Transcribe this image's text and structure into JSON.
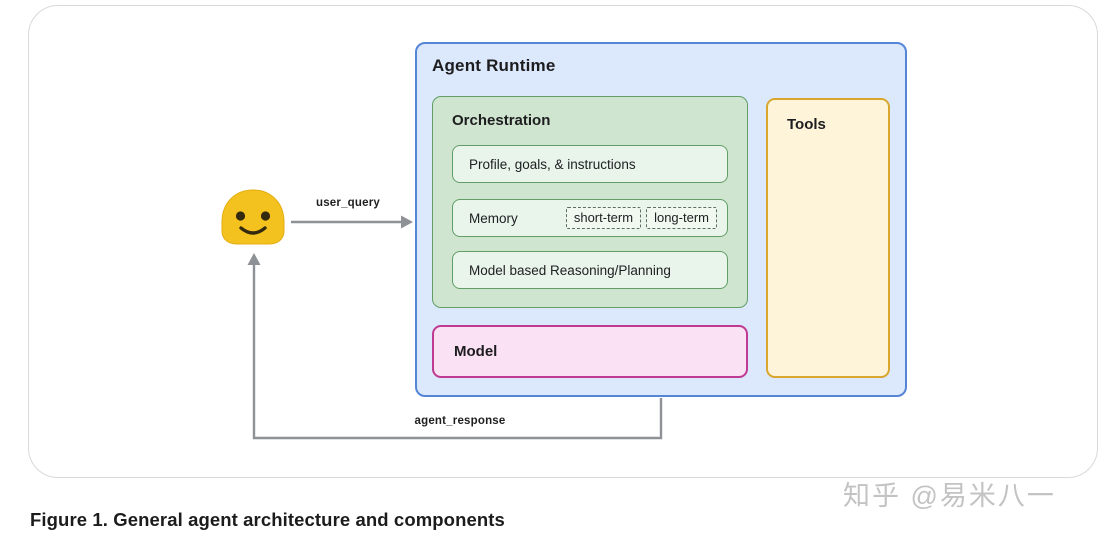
{
  "flow": {
    "user_query_label": "user_query",
    "agent_response_label": "agent_response"
  },
  "user": {
    "icon": "smiling-user-emoji"
  },
  "runtime": {
    "title": "Agent Runtime",
    "orchestration": {
      "title": "Orchestration",
      "rows": [
        {
          "label": "Profile, goals, & instructions"
        },
        {
          "label": "Memory",
          "chips": [
            "short-term",
            "long-term"
          ]
        },
        {
          "label": "Model based Reasoning/Planning"
        }
      ]
    },
    "model": {
      "label": "Model"
    },
    "tools": {
      "label": "Tools"
    }
  },
  "caption": "Figure 1. General agent architecture and components",
  "watermark": "知乎 @易米八一",
  "colors": {
    "runtime_fill": "#dce8fb",
    "runtime_border": "#5585d6",
    "orchestration_fill": "#cfe5d0",
    "orchestration_border": "#619e66",
    "row_fill": "#e9f4ea",
    "model_fill": "#fae1f3",
    "model_border": "#bf3a92",
    "tools_fill": "#fdf4d9",
    "tools_border": "#d9a62e",
    "arrow": "#8e9196",
    "emoji_yellow": "#f4c21f"
  }
}
